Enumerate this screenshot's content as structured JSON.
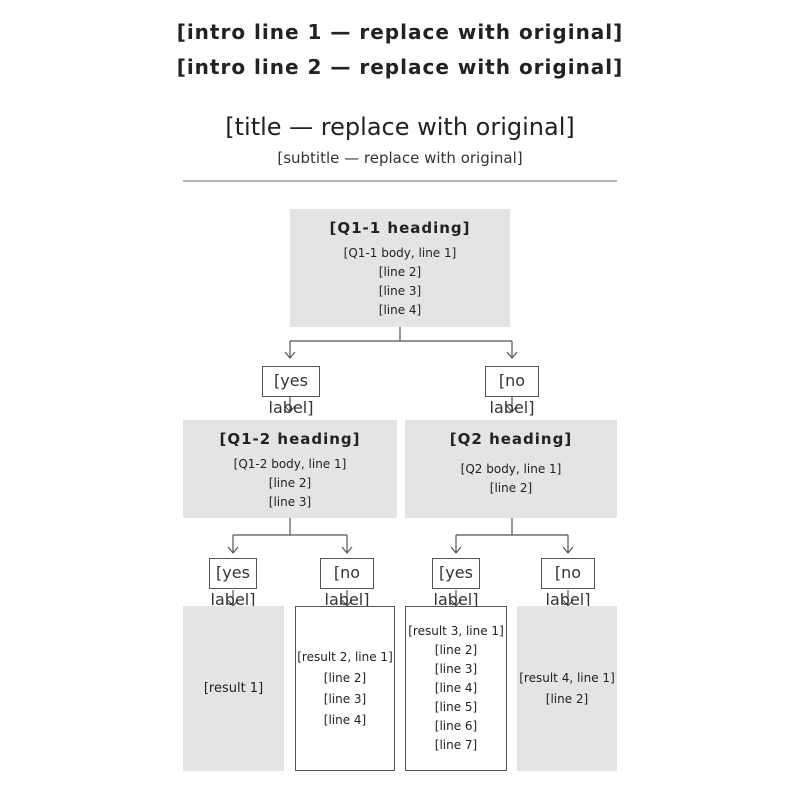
{
  "intro": {
    "line1": "[intro line 1 — replace with original]",
    "line2": "[intro line 2 — replace with original]"
  },
  "check": {
    "title": "[title — replace with original]",
    "subtitle": "[subtitle — replace with original]"
  },
  "q1_1": {
    "heading": "[Q1-1 heading]",
    "body": "[Q1-1 body, line 1]\n[line 2]\n[line 3]\n[line 4]"
  },
  "q1_1_yes": "[yes label]",
  "q1_1_no": "[no label]",
  "q1_2": {
    "heading": "[Q1-2 heading]",
    "body": "[Q1-2 body, line 1]\n[line 2]\n[line 3]"
  },
  "q2": {
    "heading": "[Q2 heading]",
    "body": "[Q2 body, line 1]\n[line 2]"
  },
  "q1_2_yes": "[yes label]",
  "q1_2_no": "[no label]",
  "q2_yes": "[yes label]",
  "q2_no": "[no label]",
  "results": {
    "go_q2": "[result 1]",
    "consult_doctor": "[result 2, line 1]\n[line 2]\n[line 3]\n[line 4]",
    "stop_use": "[result 3, line 1]\n[line 2]\n[line 3]\n[line 4]\n[line 5]\n[line 6]\n[line 7]",
    "proceed": "[result 4, line 1]\n[line 2]"
  },
  "colors": {
    "box_fill": "#e4e4e4",
    "line": "#555555",
    "divider": "#b5b5b5"
  }
}
